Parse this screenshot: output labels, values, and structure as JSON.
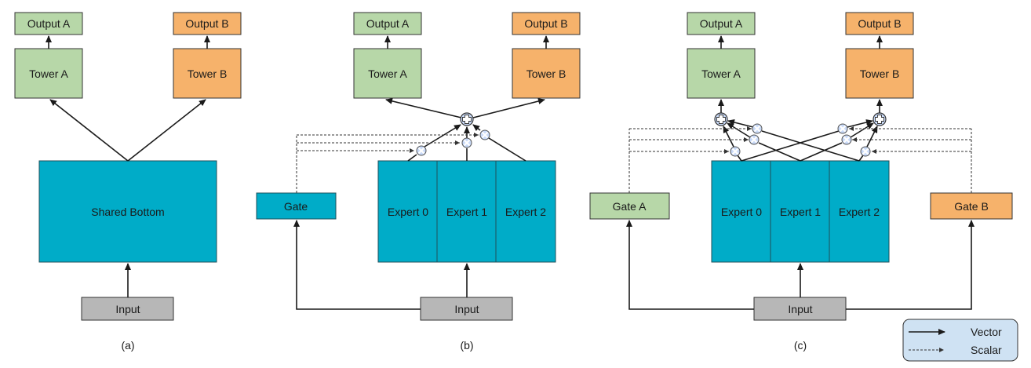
{
  "colors": {
    "task_a": "#b7d7a8",
    "task_b": "#f6b26b",
    "shared": "#00acc8",
    "input": "#b7b7b7",
    "legend_bg": "#cfe2f3",
    "op_fill": "#c9daf8",
    "stroke": "#1a1a1a"
  },
  "panels": [
    {
      "caption": "(a)",
      "output_a": "Output A",
      "tower_a": "Tower A",
      "output_b": "Output B",
      "tower_b": "Tower B",
      "shared": "Shared Bottom",
      "input": "Input"
    },
    {
      "caption": "(b)",
      "output_a": "Output A",
      "tower_a": "Tower A",
      "output_b": "Output B",
      "tower_b": "Tower B",
      "gate": "Gate",
      "experts": [
        "Expert 0",
        "Expert 1",
        "Expert 2"
      ],
      "input": "Input"
    },
    {
      "caption": "(c)",
      "output_a": "Output A",
      "tower_a": "Tower A",
      "output_b": "Output B",
      "tower_b": "Tower B",
      "gate_a": "Gate A",
      "gate_b": "Gate B",
      "experts": [
        "Expert 0",
        "Expert 1",
        "Expert 2"
      ],
      "input": "Input"
    }
  ],
  "legend": {
    "vector": "Vector",
    "scalar": "Scalar"
  },
  "icons": {
    "sum": "plus-circle-icon",
    "multiply": "times-circle-icon"
  }
}
